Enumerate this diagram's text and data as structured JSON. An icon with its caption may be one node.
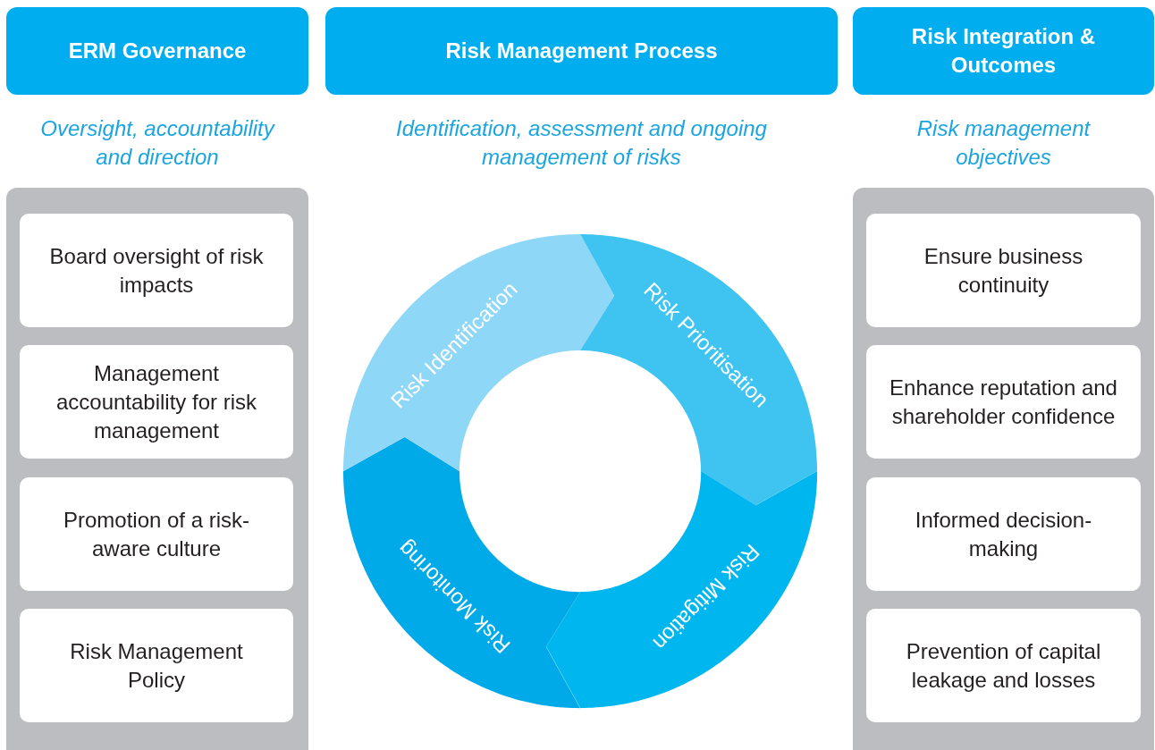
{
  "diagram": {
    "nodes": [
      {
        "text": [
          "ERM Governance"
        ],
        "beside": [
          "Oversight, accountability and direction"
        ]
      },
      {
        "text": [
          "Risk Management Process"
        ],
        "beside": [
          "Identification, assessment and ongoing management of risks"
        ]
      },
      {
        "text": [
          "Risk Integration & Outcomes"
        ],
        "beside": [
          "Risk management objectives"
        ]
      },
      {
        "text": [],
        "shape": "box"
      },
      {
        "text": [
          "Board oversight of risk impacts"
        ],
        "in": 3
      },
      {
        "text": [
          "Management accountability for risk management"
        ],
        "in": 3
      },
      {
        "text": [
          "Promotion of a risk-aware culture"
        ],
        "in": 3
      },
      {
        "text": [
          "Risk Management Policy"
        ],
        "in": 3
      },
      {
        "text": [
          "Risk Identification"
        ]
      },
      {
        "text": [
          "Risk Prioritisation"
        ]
      },
      {
        "text": [
          "Risk Mitigation"
        ]
      },
      {
        "text": [
          "Risk Monitoring"
        ]
      },
      {
        "text": [],
        "shape": "box"
      },
      {
        "text": [
          "Ensure business continuity"
        ],
        "in": 12
      },
      {
        "text": [
          "Enhance reputation and shareholder confidence"
        ],
        "in": 12
      },
      {
        "text": [
          "Informed decision-making"
        ],
        "in": 12
      },
      {
        "text": [
          "Prevention of capital leakage and losses"
        ],
        "in": 12
      }
    ]
  }
}
